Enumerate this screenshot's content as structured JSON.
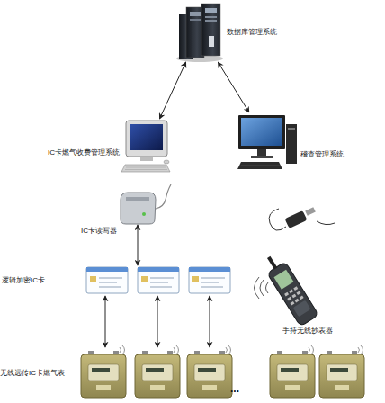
{
  "diagram": {
    "nodes": [
      {
        "text": [
          "数据库管理系统"
        ]
      },
      {
        "text": [
          "IC卡燃气收费管理系统"
        ]
      },
      {
        "text": [
          "稽查管理系统"
        ]
      },
      {
        "text": [
          "IC卡读写器"
        ]
      },
      {
        "text": [
          "逻辑加密IC卡"
        ]
      },
      {
        "text": [
          "无线远传IC卡燃气表"
        ]
      },
      {
        "text": [
          "手持无线抄表器"
        ]
      }
    ],
    "edges": [
      {
        "from": 0,
        "to": 1,
        "arrow": "both"
      },
      {
        "from": 0,
        "to": 2,
        "arrow": "both"
      },
      {
        "from": 3,
        "to": 4,
        "arrow": "both"
      },
      {
        "from": 4,
        "to": 5,
        "arrow": "both"
      },
      {
        "from": 4,
        "to": 5,
        "arrow": "both"
      },
      {
        "from": 4,
        "to": 5,
        "arrow": "both"
      }
    ],
    "labels": [
      "..."
    ]
  }
}
